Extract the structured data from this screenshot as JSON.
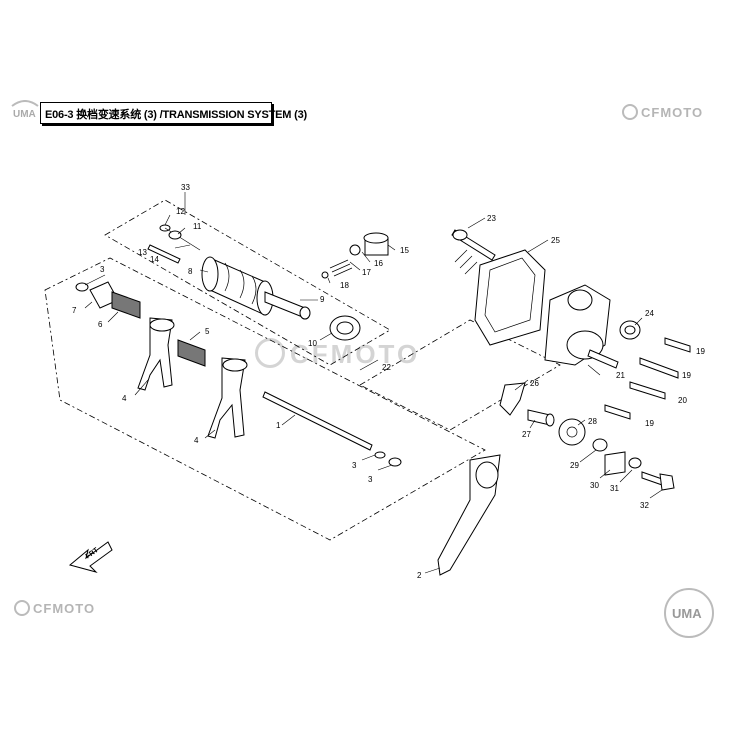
{
  "header": {
    "code": "E06-3",
    "title_cn": "换档变速系统",
    "title_en": "(3) /TRANSMISSION SYSTEM (3)"
  },
  "watermarks": {
    "brand_top_right": "CFMOTO",
    "brand_center": "CFMOTO",
    "brand_bottom_left": "CFMOTO",
    "badge_top_left": "UMA",
    "badge_bottom_right": "UMA"
  },
  "direction_marker": "FRT",
  "callouts": [
    "33",
    "12",
    "11",
    "13",
    "14",
    "8",
    "9",
    "15",
    "16",
    "17",
    "18",
    "10",
    "3",
    "7",
    "6",
    "5",
    "4",
    "4",
    "1",
    "22",
    "3",
    "3",
    "2",
    "23",
    "25",
    "24",
    "19",
    "19",
    "21",
    "20",
    "26",
    "27",
    "28",
    "29",
    "30",
    "31",
    "32",
    "19"
  ]
}
